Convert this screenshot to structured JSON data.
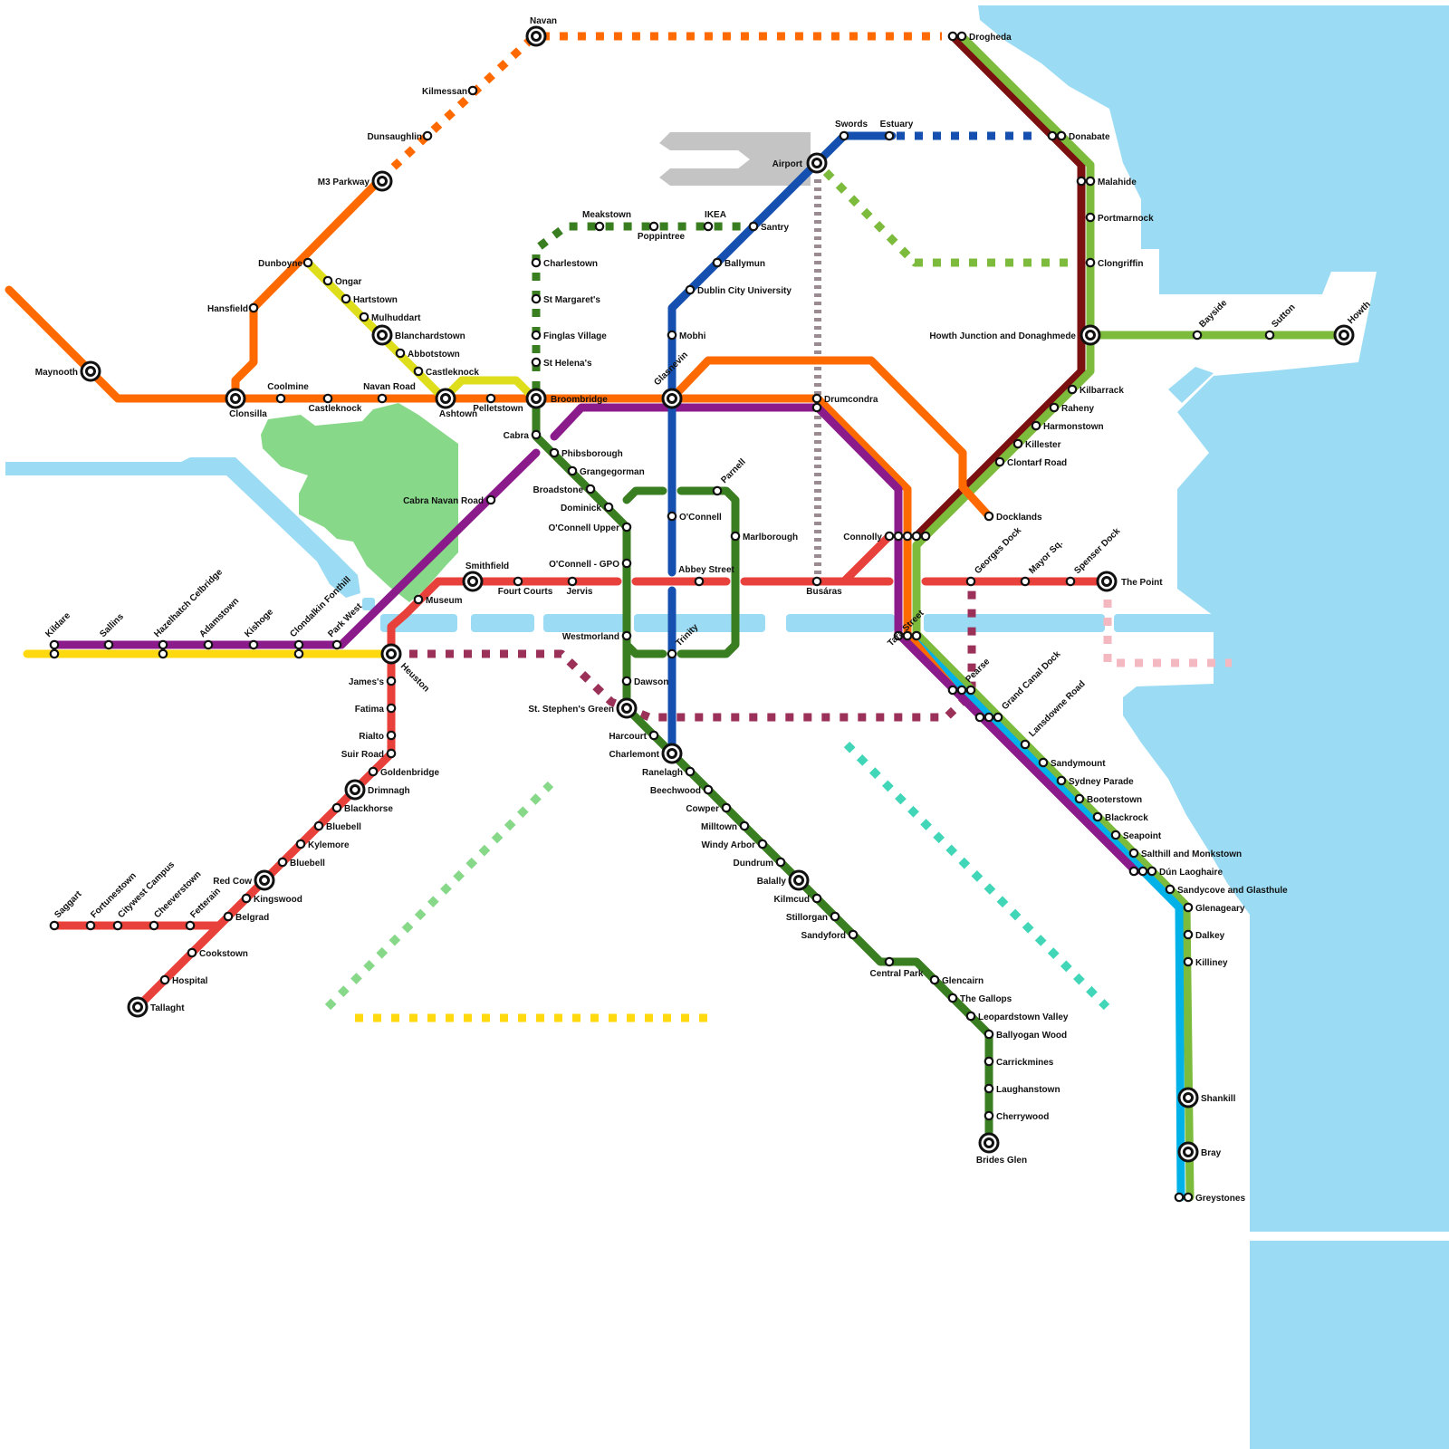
{
  "map": {
    "colors": {
      "water": "#9bdcf4",
      "park": "#88d88a",
      "airport": "#c4c4c4",
      "orange": "#ff6a00",
      "purple": "#8b1a8b",
      "red": "#e8403a",
      "blue": "#1550b0",
      "dark_green": "#3a7e22",
      "light_green": "#7cbb3c",
      "maroon": "#7b1010",
      "yellow_green": "#dede1c",
      "yellow": "#ffd90f",
      "cyan": "#00b2e8",
      "plum": "#9b3158",
      "mint": "#41d6b8",
      "pale_green": "#88d88a",
      "pink": "#f4b8c0",
      "taupe": "#9a8a92"
    },
    "stations": [
      {
        "id": "navan",
        "label": "Navan",
        "interchange": true
      },
      {
        "id": "kilmessan",
        "label": "Kilmessan"
      },
      {
        "id": "dunsaughlin",
        "label": "Dunsaughlin"
      },
      {
        "id": "m3-parkway",
        "label": "M3 Parkway",
        "interchange": true
      },
      {
        "id": "dunboyne",
        "label": "Dunboyne"
      },
      {
        "id": "hansfield",
        "label": "Hansfield"
      },
      {
        "id": "maynooth",
        "label": "Maynooth",
        "interchange": true
      },
      {
        "id": "clonsilla",
        "label": "Clonsilla",
        "interchange": true
      },
      {
        "id": "coolmine",
        "label": "Coolmine"
      },
      {
        "id": "castleknock-rail",
        "label": "Castleknock"
      },
      {
        "id": "navan-road",
        "label": "Navan Road"
      },
      {
        "id": "ashtown",
        "label": "Ashtown",
        "interchange": true
      },
      {
        "id": "pelletstown",
        "label": "Pelletstown"
      },
      {
        "id": "broombridge",
        "label": "Broombridge",
        "interchange": true
      },
      {
        "id": "ongar",
        "label": "Ongar"
      },
      {
        "id": "hartstown",
        "label": "Hartstown"
      },
      {
        "id": "mulhuddart",
        "label": "Mulhuddart"
      },
      {
        "id": "blanchardstown",
        "label": "Blanchardstown",
        "interchange": true
      },
      {
        "id": "abbotstown",
        "label": "Abbotstown"
      },
      {
        "id": "castleknock-yg",
        "label": "Castleknock"
      },
      {
        "id": "meakstown",
        "label": "Meakstown"
      },
      {
        "id": "poppintree",
        "label": "Poppintree"
      },
      {
        "id": "ikea",
        "label": "IKEA"
      },
      {
        "id": "santry",
        "label": "Santry"
      },
      {
        "id": "charlestown",
        "label": "Charlestown"
      },
      {
        "id": "st-margarets",
        "label": "St Margaret's"
      },
      {
        "id": "finglas-village",
        "label": "Finglas Village"
      },
      {
        "id": "st-helenas",
        "label": "St Helena's"
      },
      {
        "id": "cabra",
        "label": "Cabra"
      },
      {
        "id": "phibsborough",
        "label": "Phibsborough"
      },
      {
        "id": "grangegorman",
        "label": "Grangegorman"
      },
      {
        "id": "broadstone",
        "label": "Broadstone"
      },
      {
        "id": "dominick",
        "label": "Dominick"
      },
      {
        "id": "oconnell-upper",
        "label": "O'Connell Upper"
      },
      {
        "id": "oconnell-gpo",
        "label": "O'Connell - GPO"
      },
      {
        "id": "westmorland",
        "label": "Westmorland"
      },
      {
        "id": "dawson",
        "label": "Dawson"
      },
      {
        "id": "st-stephens-green",
        "label": "St. Stephen's Green",
        "interchange": true
      },
      {
        "id": "harcourt",
        "label": "Harcourt"
      },
      {
        "id": "charlemont",
        "label": "Charlemont",
        "interchange": true
      },
      {
        "id": "ranelagh",
        "label": "Ranelagh"
      },
      {
        "id": "beechwood",
        "label": "Beechwood"
      },
      {
        "id": "cowper",
        "label": "Cowper"
      },
      {
        "id": "milltown",
        "label": "Milltown"
      },
      {
        "id": "windy-arbor",
        "label": "Windy Arbor"
      },
      {
        "id": "dundrum",
        "label": "Dundrum"
      },
      {
        "id": "balally",
        "label": "Balally",
        "interchange": true
      },
      {
        "id": "kilmacud",
        "label": "Kilmcud"
      },
      {
        "id": "stillorgan",
        "label": "Stillorgan"
      },
      {
        "id": "sandyford",
        "label": "Sandyford"
      },
      {
        "id": "central-park",
        "label": "Central Park"
      },
      {
        "id": "glencairn",
        "label": "Glencairn"
      },
      {
        "id": "the-gallops",
        "label": "The Gallops"
      },
      {
        "id": "leopardstown-valley",
        "label": "Leopardstown Valley"
      },
      {
        "id": "ballyogan-wood",
        "label": "Ballyogan Wood"
      },
      {
        "id": "carrickmines",
        "label": "Carrickmines"
      },
      {
        "id": "laughanstown",
        "label": "Laughanstown"
      },
      {
        "id": "cherrywood",
        "label": "Cherrywood"
      },
      {
        "id": "brides-glen",
        "label": "Brides Glen",
        "interchange": true
      },
      {
        "id": "airport",
        "label": "Airport",
        "interchange": true
      },
      {
        "id": "swords",
        "label": "Swords"
      },
      {
        "id": "estuary",
        "label": "Estuary"
      },
      {
        "id": "ballymun",
        "label": "Ballymun"
      },
      {
        "id": "dcu",
        "label": "Dublin City University"
      },
      {
        "id": "mobhi",
        "label": "Mobhi"
      },
      {
        "id": "glasnevin",
        "label": "Glasnevin",
        "interchange": true
      },
      {
        "id": "oconnell-blue",
        "label": "O'Connell"
      },
      {
        "id": "abbey-street",
        "label": "Abbey Street"
      },
      {
        "id": "trinity",
        "label": "Trinity"
      },
      {
        "id": "parnell",
        "label": "Parnell"
      },
      {
        "id": "marlborough",
        "label": "Marlborough"
      },
      {
        "id": "drumcondra",
        "label": "Drumcondra"
      },
      {
        "id": "busaras",
        "label": "Busáras"
      },
      {
        "id": "connolly",
        "label": "Connolly"
      },
      {
        "id": "docklands",
        "label": "Docklands"
      },
      {
        "id": "tara-street",
        "label": "Tara Street"
      },
      {
        "id": "pearse",
        "label": "Pearse"
      },
      {
        "id": "georges-dock",
        "label": "Georges Dock"
      },
      {
        "id": "mayor-sq",
        "label": "Mayor Sq."
      },
      {
        "id": "spenser-dock",
        "label": "Spenser Dock"
      },
      {
        "id": "the-point",
        "label": "The Point",
        "interchange": true
      },
      {
        "id": "smithfield",
        "label": "Smithfield",
        "interchange": true
      },
      {
        "id": "four-courts",
        "label": "Fourt Courts"
      },
      {
        "id": "jervis",
        "label": "Jervis"
      },
      {
        "id": "museum",
        "label": "Museum"
      },
      {
        "id": "heuston",
        "label": "Heuston",
        "interchange": true
      },
      {
        "id": "cabra-navan-road",
        "label": "Cabra Navan Road"
      },
      {
        "id": "kildare",
        "label": "Kildare"
      },
      {
        "id": "sallins",
        "label": "Sallins"
      },
      {
        "id": "hazelhatch",
        "label": "Hazelhatch Celbridge"
      },
      {
        "id": "adamstown",
        "label": "Adamstown"
      },
      {
        "id": "kishoge",
        "label": "Kishoge"
      },
      {
        "id": "clondalkin",
        "label": "Clondalkin Fonthill"
      },
      {
        "id": "park-west",
        "label": "Park West"
      },
      {
        "id": "jamess",
        "label": "James's"
      },
      {
        "id": "fatima",
        "label": "Fatima"
      },
      {
        "id": "rialto",
        "label": "Rialto"
      },
      {
        "id": "suir-road",
        "label": "Suir Road"
      },
      {
        "id": "goldenbridge",
        "label": "Goldenbridge"
      },
      {
        "id": "drimnagh",
        "label": "Drimnagh",
        "interchange": true
      },
      {
        "id": "blackhorse",
        "label": "Blackhorse"
      },
      {
        "id": "bluebell-1",
        "label": "Bluebell"
      },
      {
        "id": "kylemore",
        "label": "Kylemore"
      },
      {
        "id": "bluebell-2",
        "label": "Bluebell"
      },
      {
        "id": "red-cow",
        "label": "Red Cow",
        "interchange": true
      },
      {
        "id": "kingswood",
        "label": "Kingswood"
      },
      {
        "id": "belgrad",
        "label": "Belgrad"
      },
      {
        "id": "cookstown",
        "label": "Cookstown"
      },
      {
        "id": "hospital",
        "label": "Hospital"
      },
      {
        "id": "tallaght",
        "label": "Tallaght",
        "interchange": true
      },
      {
        "id": "saggart",
        "label": "Saggart"
      },
      {
        "id": "fortunestown",
        "label": "Fortunestown"
      },
      {
        "id": "citywest",
        "label": "Citywest Campus"
      },
      {
        "id": "cheeverstown",
        "label": "Cheeverstown"
      },
      {
        "id": "fettercairn",
        "label": "Fetterain"
      },
      {
        "id": "drogheda",
        "label": "Drogheda"
      },
      {
        "id": "donabate",
        "label": "Donabate"
      },
      {
        "id": "malahide",
        "label": "Malahide"
      },
      {
        "id": "portmarnock",
        "label": "Portmarnock"
      },
      {
        "id": "clongriffin",
        "label": "Clongriffin"
      },
      {
        "id": "howth-junction",
        "label": "Howth Junction and Donaghmede",
        "interchange": true
      },
      {
        "id": "bayside",
        "label": "Bayside"
      },
      {
        "id": "sutton",
        "label": "Sutton"
      },
      {
        "id": "howth",
        "label": "Howth",
        "interchange": true
      },
      {
        "id": "kilbarrack",
        "label": "Kilbarrack"
      },
      {
        "id": "raheny",
        "label": "Raheny"
      },
      {
        "id": "harmonstown",
        "label": "Harmonstown"
      },
      {
        "id": "killester",
        "label": "Killester"
      },
      {
        "id": "clontarf-road",
        "label": "Clontarf Road"
      },
      {
        "id": "grand-canal-dock",
        "label": "Grand Canal Dock"
      },
      {
        "id": "lansdowne-road",
        "label": "Lansdowne Road"
      },
      {
        "id": "sandymount",
        "label": "Sandymount"
      },
      {
        "id": "sydney-parade",
        "label": "Sydney Parade"
      },
      {
        "id": "booterstown",
        "label": "Booterstown"
      },
      {
        "id": "blackrock",
        "label": "Blackrock"
      },
      {
        "id": "seapoint",
        "label": "Seapoint"
      },
      {
        "id": "salthill",
        "label": "Salthill and Monkstown"
      },
      {
        "id": "dun-laoghaire",
        "label": "Dún Laoghaire"
      },
      {
        "id": "sandycove",
        "label": "Sandycove and Glasthule"
      },
      {
        "id": "glenageary",
        "label": "Glenageary"
      },
      {
        "id": "dalkey",
        "label": "Dalkey"
      },
      {
        "id": "killiney",
        "label": "Killiney"
      },
      {
        "id": "shankill",
        "label": "Shankill",
        "interchange": true
      },
      {
        "id": "bray",
        "label": "Bray",
        "interchange": true
      },
      {
        "id": "greystones",
        "label": "Greystones"
      }
    ]
  }
}
